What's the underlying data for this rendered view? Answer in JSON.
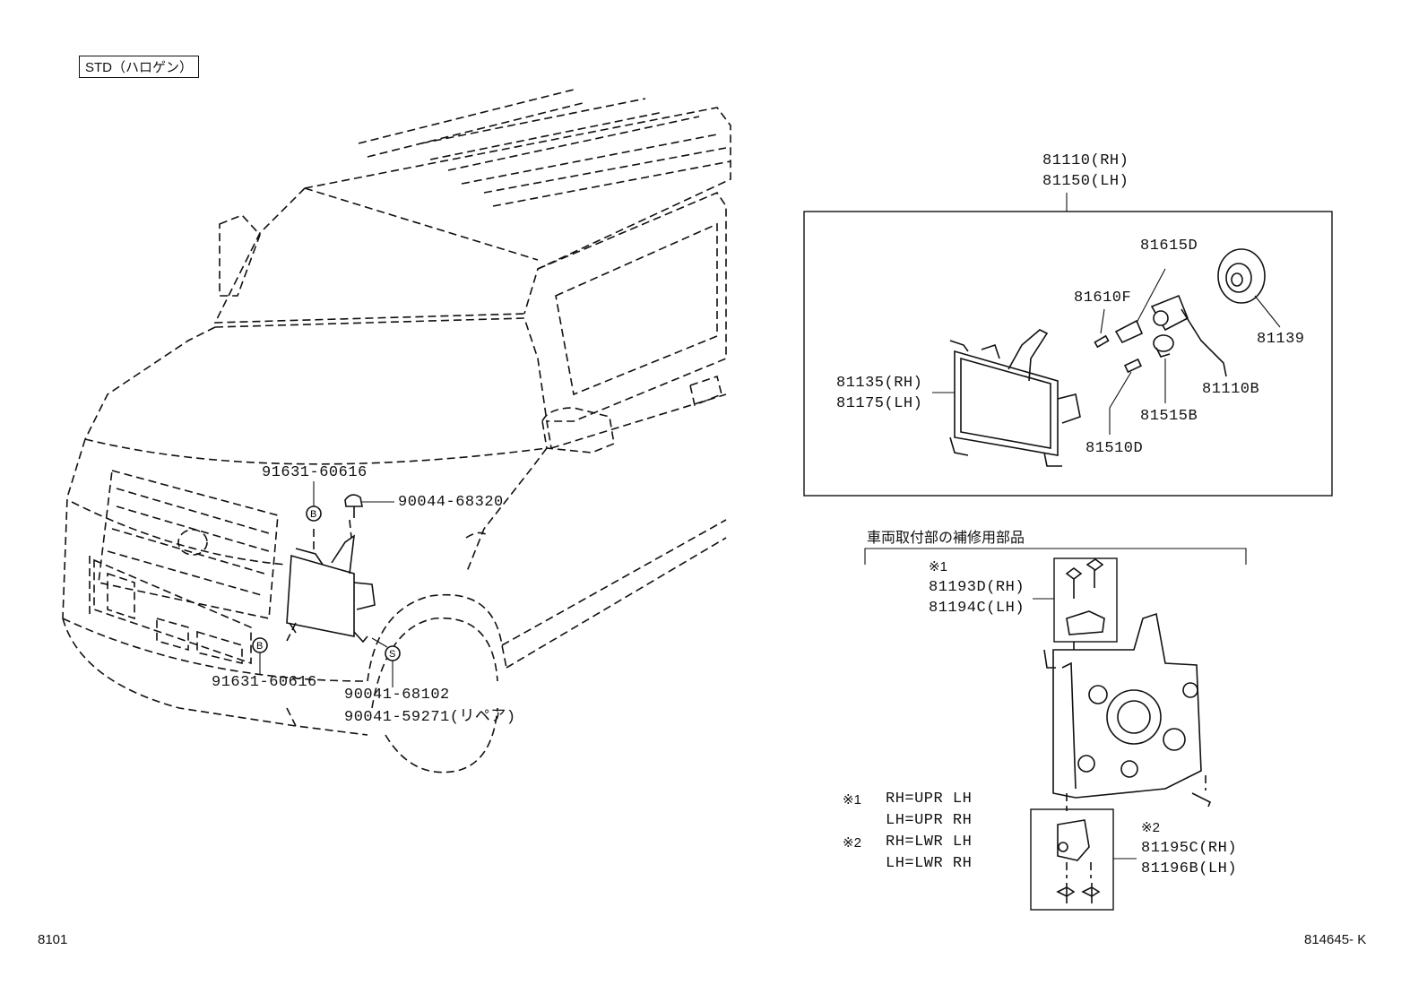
{
  "header": {
    "variant_label": "STD（ハロゲン）"
  },
  "vehicle_callouts": {
    "clip_upper": "91631-60616",
    "clip_lower": "91631-60616",
    "bolt": "90044-68320",
    "screw": "90041-68102",
    "screw_repair": "90041-59271(リペア)",
    "symbol_b_upper": "B",
    "symbol_b_lower": "B",
    "symbol_s": "S"
  },
  "assembly": {
    "title_rh": "81110(RH)",
    "title_lh": "81150(LH)",
    "unit_rh": "81135(RH)",
    "unit_lh": "81175(LH)",
    "socket": "81615D",
    "bulb_small": "81610F",
    "cover": "81139",
    "bulb_main": "81110B",
    "socket_small": "81515B",
    "bulb_wedge": "81510D"
  },
  "repair_parts": {
    "section_title": "車両取付部の補修用部品",
    "note1_mark": "※1",
    "upper_rh": "81193D(RH)",
    "upper_lh": "81194C(LH)",
    "note2_mark": "※2",
    "lower_rh": "81195C(RH)",
    "lower_lh": "81196B(LH)"
  },
  "notes": [
    {
      "mark": "※1",
      "line1": "RH=UPR LH",
      "line2": "LH=UPR RH"
    },
    {
      "mark": "※2",
      "line1": "RH=LWR LH",
      "line2": "LH=LWR RH"
    }
  ],
  "footer": {
    "page_code": "8101",
    "figure_code": "814645- K"
  }
}
